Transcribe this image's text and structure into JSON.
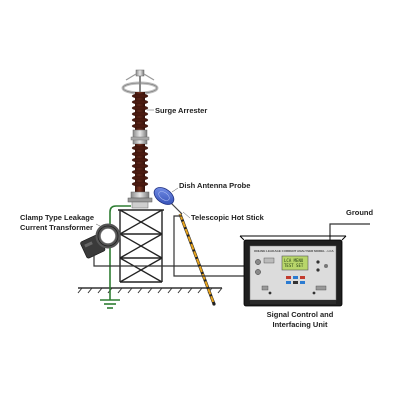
{
  "labels": {
    "surge_arrester": "Surge Arrester",
    "dish_antenna_probe": "Dish Antenna Probe",
    "telescopic_hot_stick": "Telescopic Hot Stick",
    "ground": "Ground",
    "clamp_ct_line1": "Clamp Type Leakage",
    "clamp_ct_line2": "Current Transformer",
    "signal_unit_line1": "Signal Control and",
    "signal_unit_line2": "Interfacing Unit"
  },
  "instrument": {
    "brand_text": "ONLINE LEAKAGE CURRENT ANALYSER MODEL - LCA",
    "display_line1": "LCA  MENU",
    "display_line2": "TEST  SET"
  },
  "colors": {
    "arrester_body": "#5c2418",
    "instrument_case": "#2a2a2a",
    "instrument_panel": "#dcdcdc",
    "display": "#b8d66a",
    "probe_dish": "#4f6fd6",
    "hot_stick": "#e6a21c",
    "ground_wire": "#2e7d32",
    "wire": "#333333"
  }
}
